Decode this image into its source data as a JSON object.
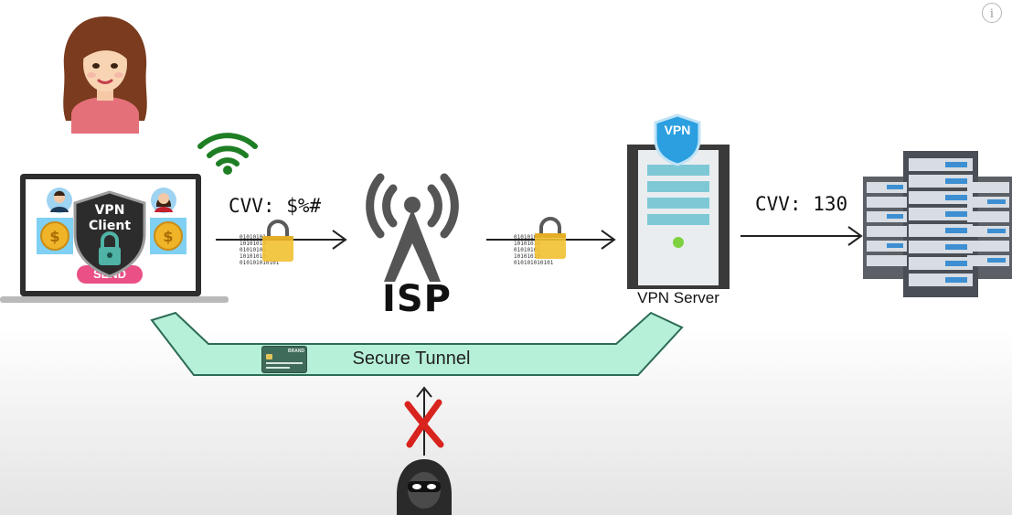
{
  "laptop": {
    "shield_title": "VPN",
    "shield_subtitle": "Client",
    "send_button": "SEND"
  },
  "arrows": {
    "cvv_encrypted": "CVV: $%#",
    "cvv_plain": "CVV: 130",
    "binary_text": "01010101\n10101010\n01010101\n10101010\n010101010101"
  },
  "isp": {
    "label": "ISP"
  },
  "vpn_server": {
    "badge": "VPN",
    "label": "VPN Server"
  },
  "tunnel": {
    "label": "Secure Tunnel"
  },
  "credit_card": {
    "brand": "BRAND"
  },
  "info_button": {
    "symbol": "i"
  },
  "colors": {
    "tunnel_fill": "#b6f0d8",
    "tunnel_border": "#2c6b55",
    "lock_gold": "#f2c132",
    "wifi_green": "#1e7e23",
    "block_red": "#d8231e",
    "shield_blue": "#2b9fe0"
  }
}
